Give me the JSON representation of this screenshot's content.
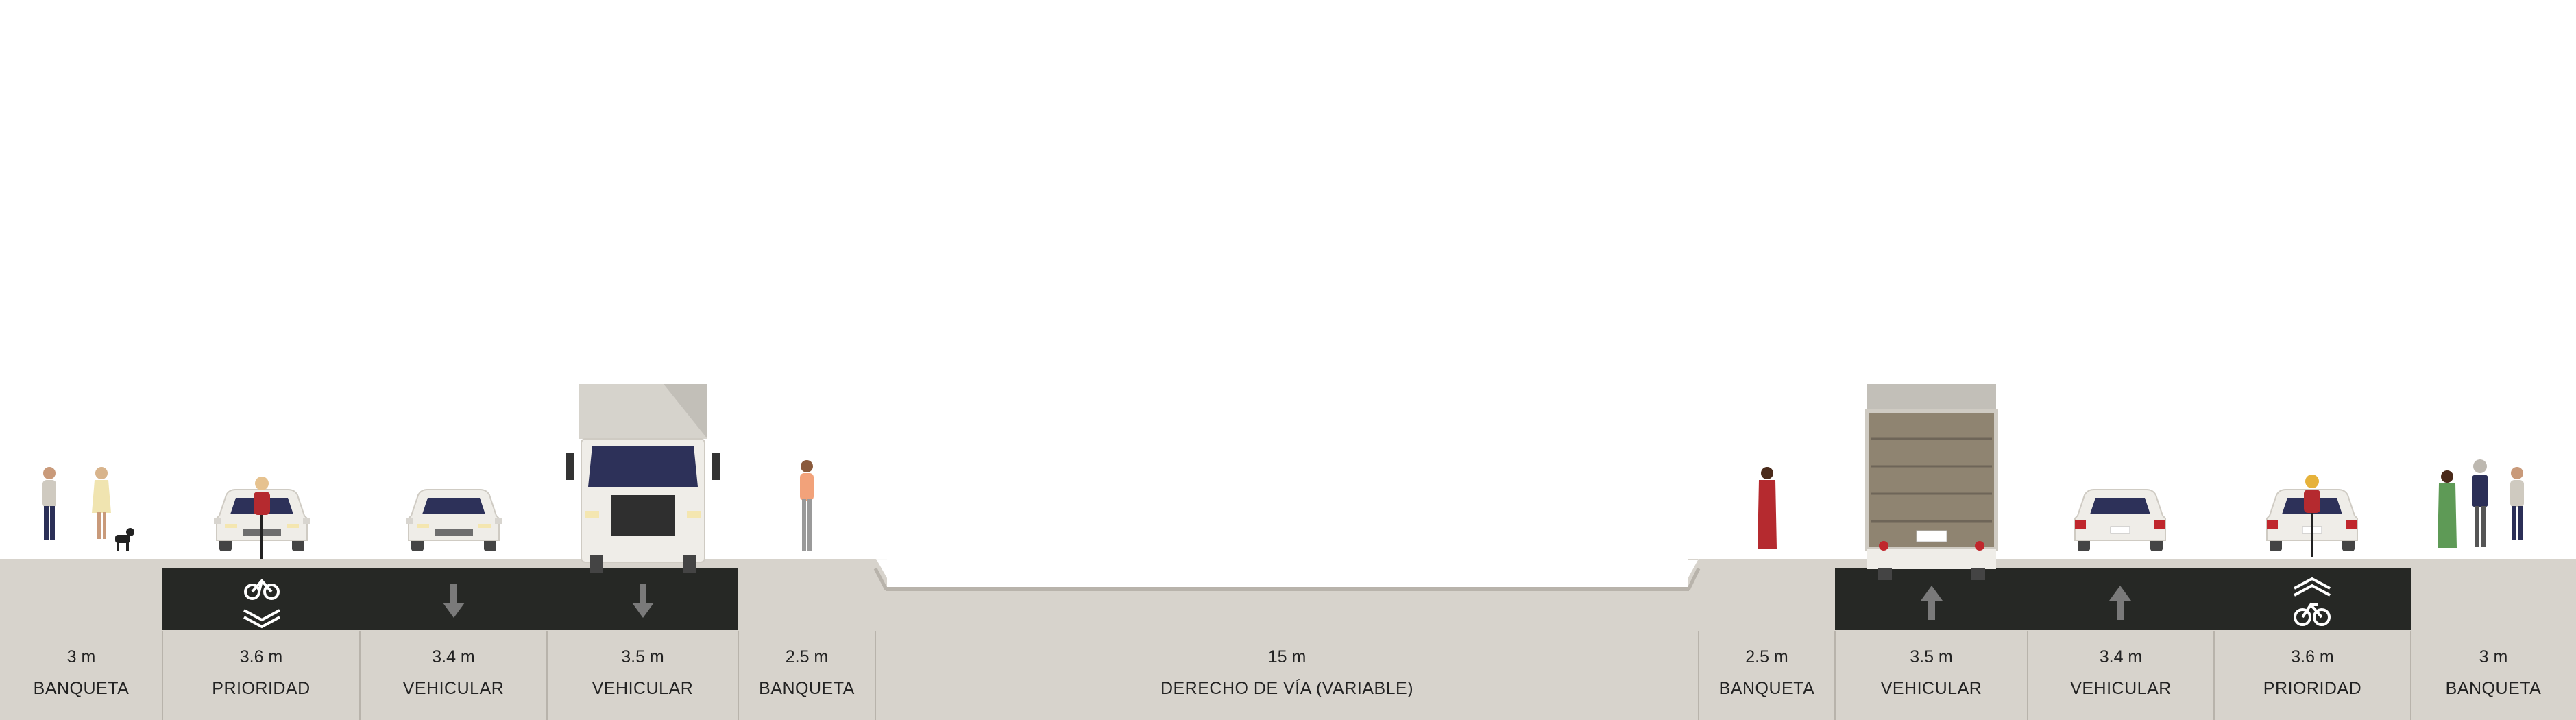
{
  "street": {
    "segments": [
      {
        "width": "3 m",
        "name": "BANQUETA"
      },
      {
        "width": "3.6 m",
        "name": "PRIORIDAD"
      },
      {
        "width": "3.4 m",
        "name": "VEHICULAR"
      },
      {
        "width": "3.5 m",
        "name": "VEHICULAR"
      },
      {
        "width": "2.5 m",
        "name": "BANQUETA"
      },
      {
        "width": "15 m",
        "name": "DERECHO DE VÍA (VARIABLE)"
      },
      {
        "width": "2.5 m",
        "name": "BANQUETA"
      },
      {
        "width": "3.5 m",
        "name": "VEHICULAR"
      },
      {
        "width": "3.4 m",
        "name": "VEHICULAR"
      },
      {
        "width": "3.6 m",
        "name": "PRIORIDAD"
      },
      {
        "width": "3 m",
        "name": "BANQUETA"
      }
    ]
  },
  "colors": {
    "sidewalk": "#d7d3cc",
    "road": "#262825",
    "marking": "#ffffff",
    "divider": "#b8b3ab",
    "label_text": "#222222"
  }
}
